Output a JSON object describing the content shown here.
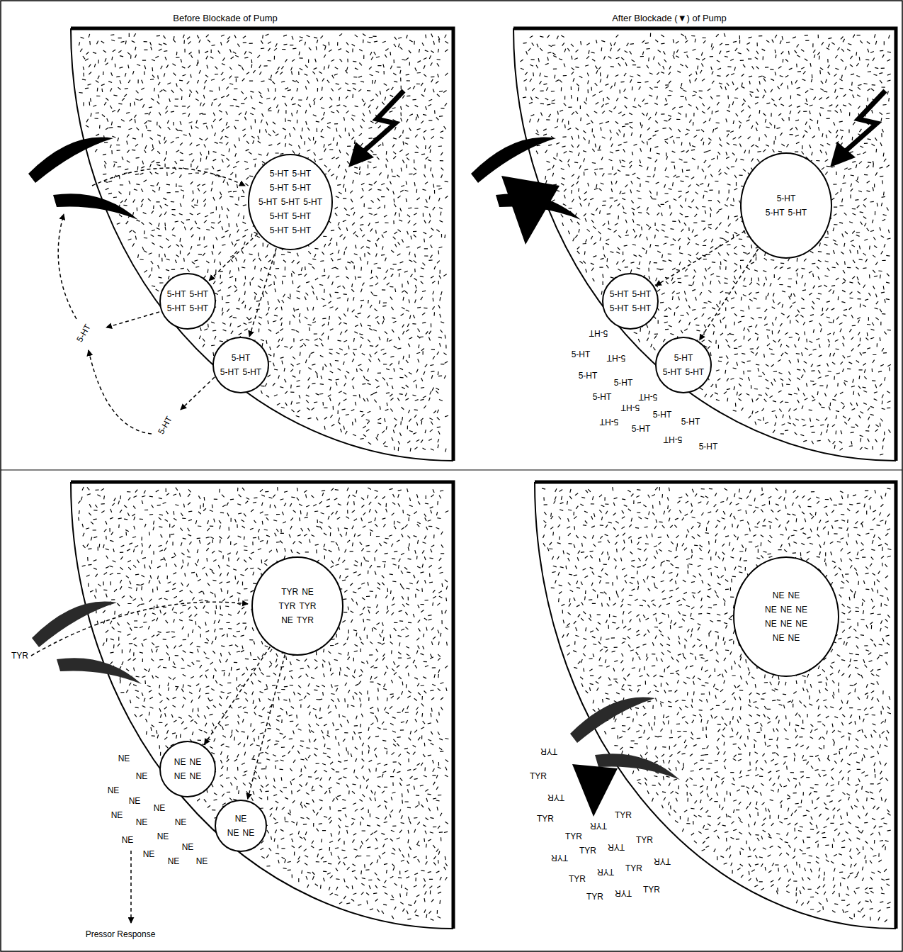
{
  "diagram": {
    "nodes": [
      {
        "text": [
          "5-HT",
          "5-HT",
          "5-HT",
          "5-HT",
          "5-HT",
          "5-HT",
          "5-HT",
          "5-HT",
          "5-HT",
          "5-HT",
          "5-HT"
        ]
      },
      {
        "text": [
          "5-HT",
          "5-HT",
          "5-HT",
          "5-HT"
        ]
      },
      {
        "text": [
          "5-HT",
          "5-HT",
          "5-HT"
        ]
      },
      {
        "text": [
          "5-HT",
          "5-HT",
          "5-HT"
        ]
      },
      {
        "text": [
          "5-HT",
          "5-HT",
          "5-HT",
          "5-HT"
        ]
      },
      {
        "text": [
          "5-HT",
          "5-HT",
          "5-HT"
        ]
      },
      {
        "text": [
          "TYR",
          "NE",
          "TYR",
          "TYR",
          "NE",
          "TYR"
        ]
      },
      {
        "text": [
          "NE",
          "NE",
          "NE",
          "NE"
        ]
      },
      {
        "text": [
          "NE",
          "NE",
          "NE"
        ]
      },
      {
        "text": [
          "NE",
          "NE",
          "NE",
          "NE",
          "NE",
          "NE",
          "NE",
          "NE",
          "NE",
          "NE"
        ]
      }
    ],
    "edges": [
      {
        "from": 0,
        "to": 1,
        "arrow": "to"
      },
      {
        "from": 0,
        "to": 2,
        "arrow": "to"
      },
      {
        "from": 3,
        "to": 4,
        "arrow": "to"
      },
      {
        "from": 3,
        "to": 5,
        "arrow": "to"
      },
      {
        "from": 6,
        "to": 7,
        "arrow": "to"
      },
      {
        "from": 6,
        "to": 8,
        "arrow": "to"
      }
    ],
    "labels": [
      "Before Blockade of Pump",
      "After Blockade (▼) of Pump",
      "5-HT",
      "5-HT",
      "5-HT",
      "5-HT",
      "5-HT",
      "5-HT",
      "5-HT",
      "5-HT",
      "5-HT",
      "5-HT",
      "5-HT",
      "5-HT",
      "5-HT",
      "5-HT",
      "5-HT",
      "5-HT",
      "TYR",
      "NE",
      "NE",
      "NE",
      "NE",
      "NE",
      "NE",
      "NE",
      "NE",
      "NE",
      "NE",
      "NE",
      "NE",
      "NE",
      "NE",
      "Pressor Response",
      "TYR",
      "TYR",
      "TYR",
      "TYR",
      "TYR",
      "TYR",
      "TYR",
      "TYR",
      "TYR",
      "TYR",
      "TYR",
      "TYR",
      "TYR",
      "TYR",
      "TYR",
      "TYR",
      "TYR",
      "TYR"
    ]
  }
}
